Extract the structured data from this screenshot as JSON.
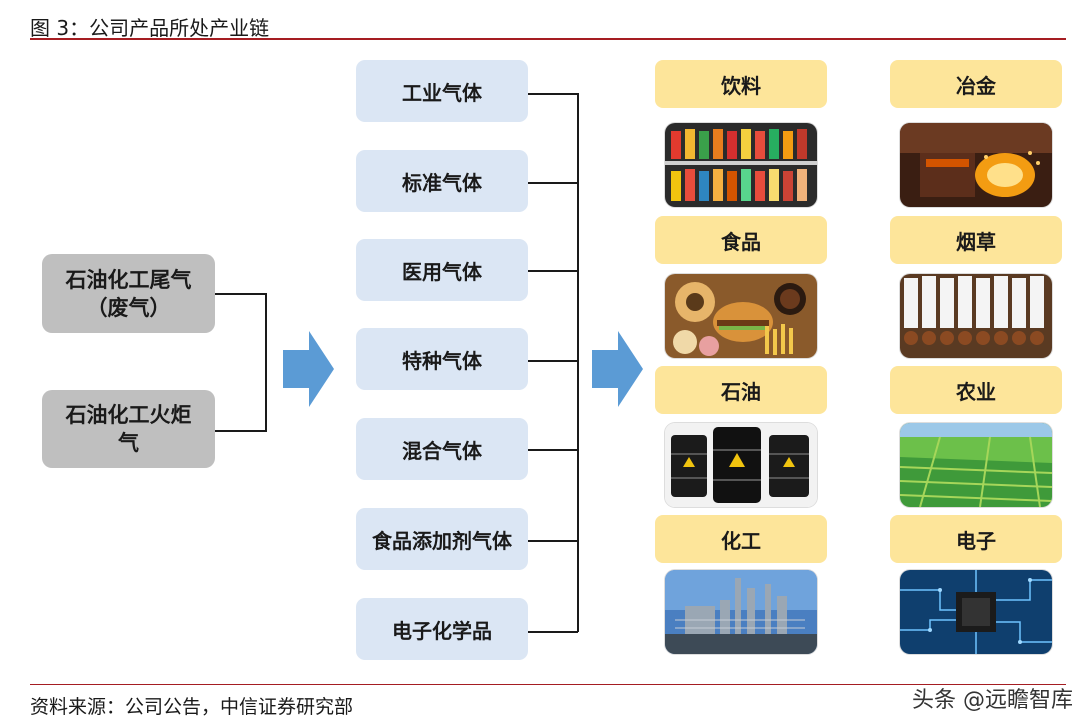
{
  "header": {
    "title": "图 3：公司产品所处产业链"
  },
  "sources": [
    "石油化工尾气（废气）",
    "石油化工火炬气"
  ],
  "gases": [
    "工业气体",
    "标准气体",
    "医用气体",
    "特种气体",
    "混合气体",
    "食品添加剂气体",
    "电子化学品"
  ],
  "applications": [
    {
      "label": "饮料",
      "image_icon": "beverage-bottles-photo"
    },
    {
      "label": "冶金",
      "image_icon": "molten-metal-photo"
    },
    {
      "label": "食品",
      "image_icon": "fast-food-photo"
    },
    {
      "label": "烟草",
      "image_icon": "cigarettes-photo"
    },
    {
      "label": "石油",
      "image_icon": "oil-barrels-photo"
    },
    {
      "label": "农业",
      "image_icon": "farmland-photo"
    },
    {
      "label": "化工",
      "image_icon": "chemical-plant-photo"
    },
    {
      "label": "电子",
      "image_icon": "circuit-board-photo"
    }
  ],
  "footer": {
    "source": "资料来源：公司公告，中信证券研究部",
    "watermark": "头条 @远瞻智库"
  },
  "colors": {
    "accent_rule": "#a51d22",
    "source_box": "#bfbfbf",
    "gas_box": "#dbe6f4",
    "app_label": "#fde59a",
    "arrow": "#5b9bd5"
  }
}
